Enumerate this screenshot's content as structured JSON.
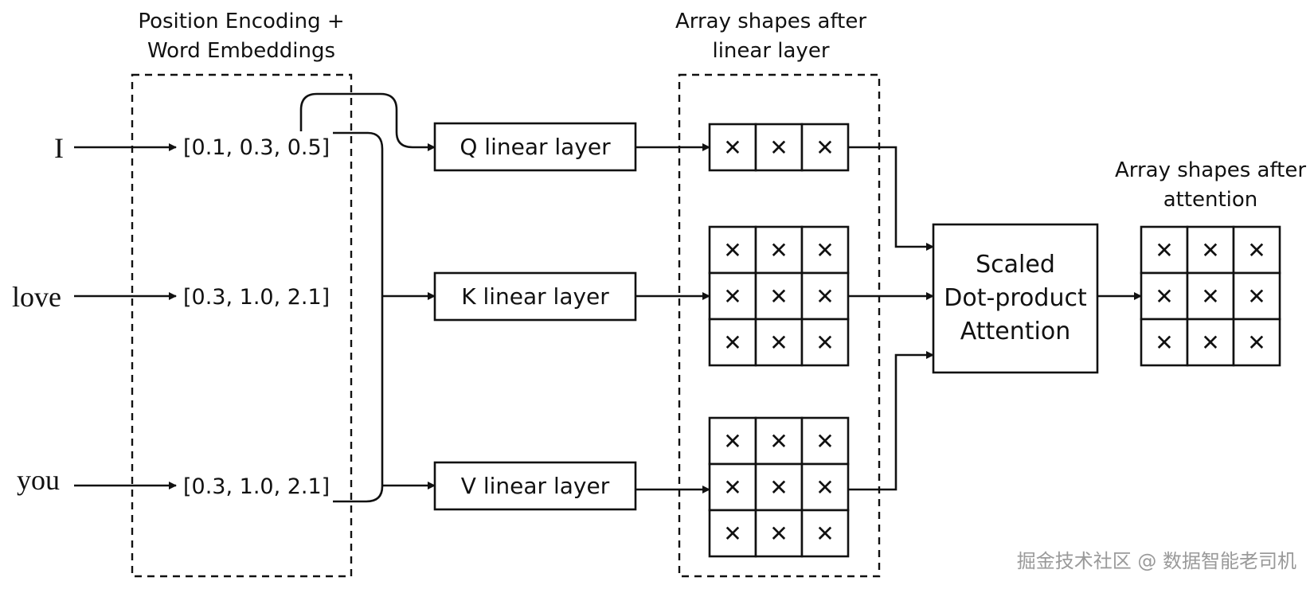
{
  "headers": {
    "embeddings": [
      "Position Encoding +",
      "Word Embeddings"
    ],
    "after_linear": [
      "Array shapes after",
      "linear layer"
    ],
    "after_attention": [
      "Array shapes after",
      "attention"
    ]
  },
  "words": [
    "I",
    "love",
    "you"
  ],
  "vectors": [
    "[0.1, 0.3, 0.5]",
    "[0.3, 1.0, 2.1]",
    "[0.3, 1.0, 2.1]"
  ],
  "layers": [
    "Q linear layer",
    "K linear layer",
    "V linear layer"
  ],
  "attention": [
    "Scaled",
    "Dot-product",
    "Attention"
  ],
  "cell_symbol": "✕",
  "array_shapes": {
    "q": {
      "rows": 1,
      "cols": 3
    },
    "k": {
      "rows": 3,
      "cols": 3
    },
    "v": {
      "rows": 3,
      "cols": 3
    },
    "attention_output": {
      "rows": 3,
      "cols": 3
    }
  },
  "watermark": "掘金技术社区 @ 数据智能老司机"
}
